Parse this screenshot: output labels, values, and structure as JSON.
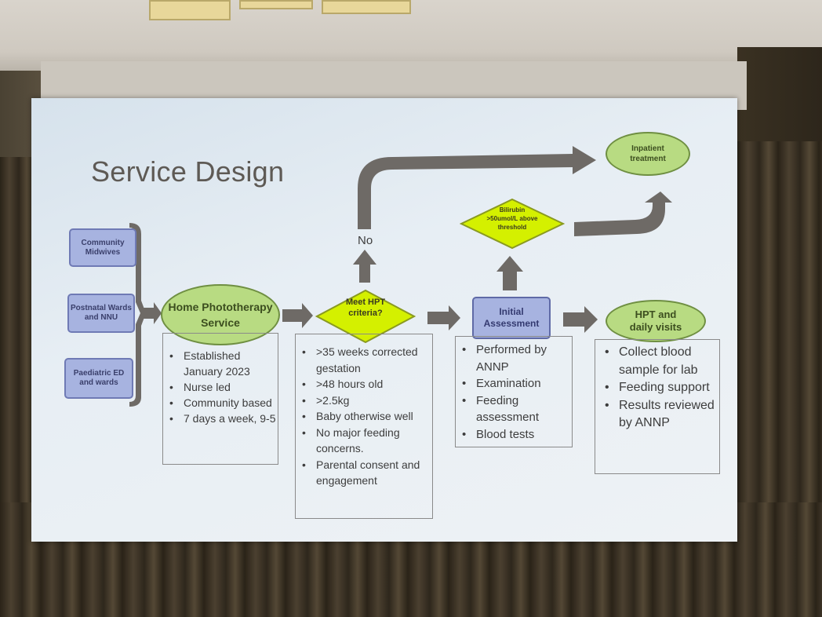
{
  "slide": {
    "title": "Service Design"
  },
  "sources": [
    {
      "label": "Community Midwives"
    },
    {
      "label": "Postnatal Wards and NNU"
    },
    {
      "label": "Paediatric ED and wards"
    }
  ],
  "home_service": {
    "label": "Home Phototherapy Service",
    "bullets": [
      "Established January 2023",
      "Nurse led",
      "Community based",
      "7 days a week, 9-5"
    ]
  },
  "criteria": {
    "label": "Meet HPT criteria?",
    "no_label": "No",
    "bullets": [
      "&gt;35 weeks corrected gestation",
      "&gt;48 hours old",
      "&gt;2.5kg",
      "Baby otherwise well",
      "No major feeding concerns.",
      "Parental consent and engagement"
    ]
  },
  "initial_assessment": {
    "label": "Initial Assessment",
    "bullets": [
      "Performed by ANNP",
      "Examination",
      "Feeding assessment",
      "Blood tests"
    ]
  },
  "bilirubin": {
    "label": "Bilirubin &gt;50umol/L above threshold"
  },
  "inpatient": {
    "label": "Inpatient treatment"
  },
  "hpt_visits": {
    "label": "HPT and daily visits",
    "bullets": [
      "Collect blood sample for lab",
      "Feeding support",
      "Results reviewed by ANNP"
    ]
  },
  "colors": {
    "oval_fill": "#b8db82",
    "diamond_fill": "#d4f000",
    "source_fill": "#a7b3e0",
    "arrow": "#6e6a66"
  }
}
